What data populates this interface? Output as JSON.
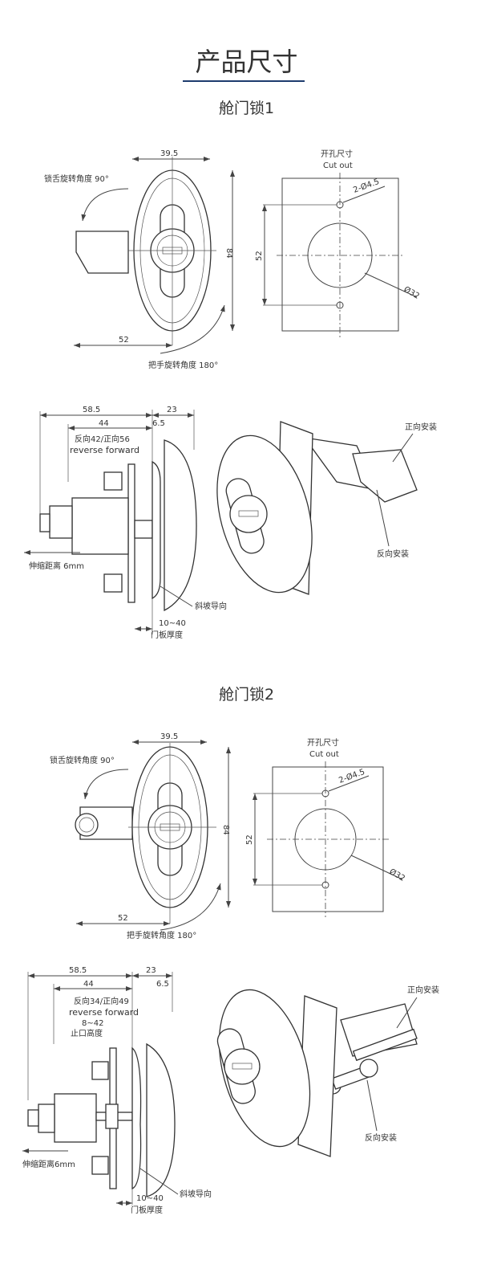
{
  "header": {
    "title": "产品尺寸",
    "accent": "#1e3c6e"
  },
  "sections": [
    {
      "title": "舱门锁1",
      "front": {
        "width": "39.5",
        "height": "84",
        "offset": "52",
        "latch_rotation": "锁舌旋转角度 90°",
        "handle_rotation": "把手旋转角度 180°"
      },
      "cutout": {
        "title_cn": "开孔尺寸",
        "title_en": "Cut out",
        "holes": "2-Ø4.5",
        "spacing": "52",
        "diameter": "Ø32"
      },
      "side": {
        "overall": "58.5",
        "depth": "23",
        "body": "44",
        "flange": "6.5",
        "grip_cn": "反向42/正向56",
        "grip_en": "reverse forward",
        "stroke": "伸缩距离 6mm",
        "ramp": "斜坡导向",
        "door_range": "10~40",
        "door_label": "门板厚度"
      },
      "iso": {
        "forward": "正向安装",
        "reverse": "反向安装"
      }
    },
    {
      "title": "舱门锁2",
      "front": {
        "width": "39.5",
        "height": "84",
        "offset": "52",
        "latch_rotation": "锁舌旋转角度 90°",
        "handle_rotation": "把手旋转角度 180°"
      },
      "cutout": {
        "title_cn": "开孔尺寸",
        "title_en": "Cut out",
        "holes": "2-Ø4.5",
        "spacing": "52",
        "diameter": "Ø32"
      },
      "side": {
        "overall": "58.5",
        "depth": "23",
        "body": "44",
        "flange": "6.5",
        "grip_cn": "反向34/正向49",
        "grip_en": "reverse forward",
        "stop_range": "8~42",
        "stop_label": "止口高度",
        "stroke": "伸缩距离6mm",
        "ramp": "斜坡导向",
        "door_range": "10~40",
        "door_label": "门板厚度"
      },
      "iso": {
        "forward": "正向安装",
        "reverse": "反向安装"
      }
    }
  ]
}
